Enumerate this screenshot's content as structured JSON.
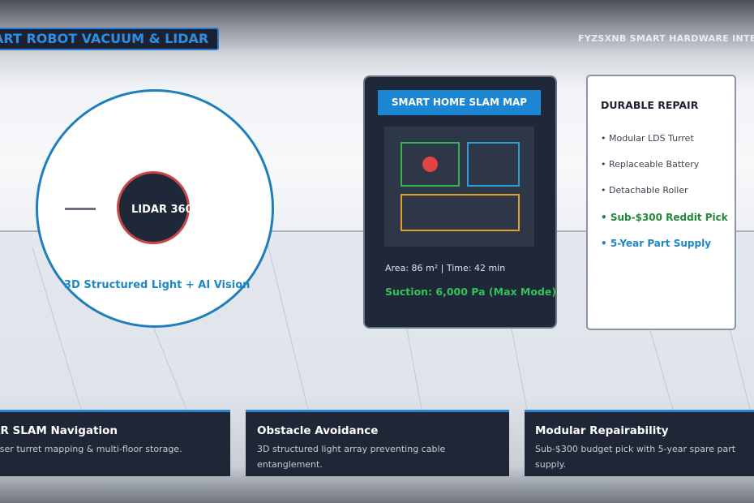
{
  "header": {
    "banner_title": "ART ROBOT VACUUM & LIDAR",
    "brand_text": "FYZSXNB SMART HARDWARE INTELLIC"
  },
  "lidar_disc": {
    "hub_label": "LIDAR 360°",
    "caption": "3D Structured Light + AI Vision"
  },
  "slam_panel": {
    "title": "SMART HOME SLAM MAP",
    "stats": "Area: 86 m² | Time: 42 min",
    "suction": "Suction: 6,000 Pa (Max Mode)",
    "room_colors": [
      "#37b14f",
      "#2f9ad8",
      "#e0a12c"
    ],
    "robot_color": "#e34242"
  },
  "repair_panel": {
    "title": "DURABLE REPAIR",
    "items": [
      "• Modular LDS Turret",
      "• Replaceable Battery",
      "• Detachable Roller",
      "• Sub-$300 Reddit Pick",
      "• 5-Year Part Supply"
    ]
  },
  "cards": [
    {
      "title": "AR SLAM Navigation",
      "desc": "laser turret mapping & multi-floor storage."
    },
    {
      "title": "Obstacle Avoidance",
      "desc": "3D structured light array preventing cable entanglement."
    },
    {
      "title": "Modular Repairability",
      "desc": "Sub-$300 budget pick with 5-year spare part supply."
    }
  ],
  "colors": {
    "accent_blue": "#1d86d3",
    "dark_panel": "#1f2838",
    "highlight_green": "#21873b"
  }
}
